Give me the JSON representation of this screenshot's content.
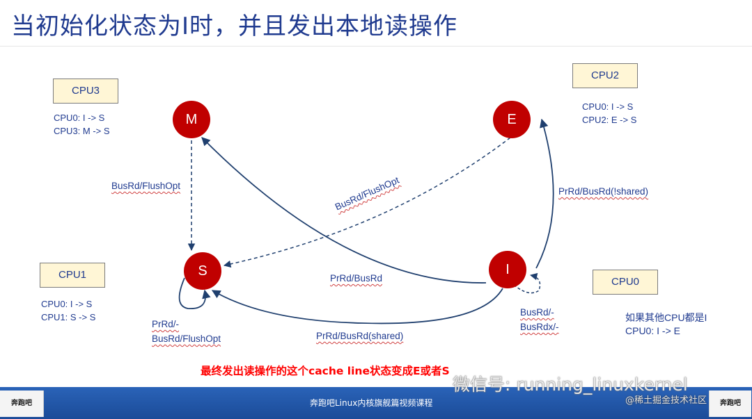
{
  "title": "当初始化状态为I时，并且发出本地读操作",
  "states": {
    "M": "M",
    "E": "E",
    "S": "S",
    "I": "I"
  },
  "cpu_boxes": {
    "cpu3": "CPU3",
    "cpu2": "CPU2",
    "cpu1": "CPU1",
    "cpu0": "CPU0"
  },
  "notes": {
    "cpu3": [
      "CPU0:  I -> S",
      "CPU3:  M -> S"
    ],
    "cpu2": [
      "CPU0:  I -> S",
      "CPU2:  E -> S"
    ],
    "cpu1": [
      "CPU0:  I -> S",
      "CPU1:  S -> S"
    ],
    "cpu0": [
      "如果其他CPU都是I",
      "CPU0:  I -> E"
    ]
  },
  "transitions": {
    "m_to_s": "BusRd/FlushOpt",
    "e_to_s": "BusRd/FlushOpt",
    "i_to_e": "PrRd/BusRd(!shared)",
    "i_to_m": "PrRd/BusRd",
    "i_to_s": "PrRd/BusRd(shared)",
    "s_self": [
      "PrRd/-",
      "BusRd/FlushOpt"
    ],
    "i_self": [
      "BusRd/-",
      "BusRdx/-"
    ]
  },
  "conclusion": "最终发出读操作的这个cache line状态变成E或者S",
  "footer": {
    "course": "奔跑吧Linux内核旗舰篇视频课程",
    "logo_left": "奔跑吧",
    "logo_right": "奔跑吧",
    "watermark": "微信号: running_linuxkernel",
    "watermark2": "@稀土掘金技术社区"
  },
  "colors": {
    "title": "#1f3a8f",
    "state_fill": "#c00000",
    "arrow": "#1f3f6e",
    "box_fill": "#fff6d6",
    "conclusion": "#ff0000",
    "footer": "#1b4b98"
  }
}
